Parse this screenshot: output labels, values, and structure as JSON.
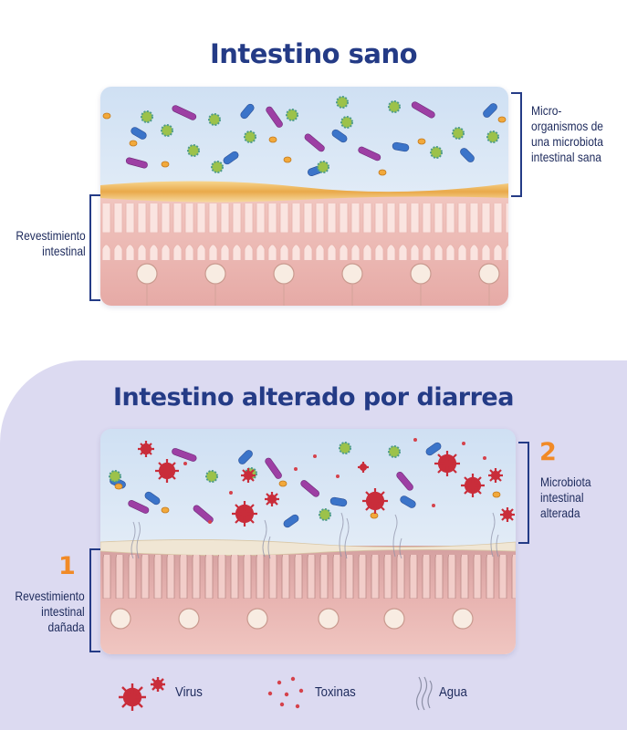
{
  "healthy": {
    "title": "Intestino sano",
    "label_microbiota": [
      "Micro-",
      "organismos de",
      "una microbiota",
      "intestinal sana"
    ],
    "label_lining": [
      "Revestimiento",
      "intestinal"
    ]
  },
  "diarrhea": {
    "title": "Intestino alterado por diarrea",
    "marker_1": "1",
    "marker_2": "2",
    "label_microbiota": [
      "Microbiota",
      "intestinal",
      "alterada"
    ],
    "label_lining": [
      "Revestimiento",
      "intestinal",
      "dañada"
    ]
  },
  "legend": {
    "virus": "Virus",
    "toxins": "Toxinas",
    "water": "Agua"
  },
  "colors": {
    "title": "#243b86",
    "marker": "#f18a26",
    "panel_background": "#dcdaf1",
    "lining": "#eab8b4",
    "virus": "#c92d3a"
  }
}
